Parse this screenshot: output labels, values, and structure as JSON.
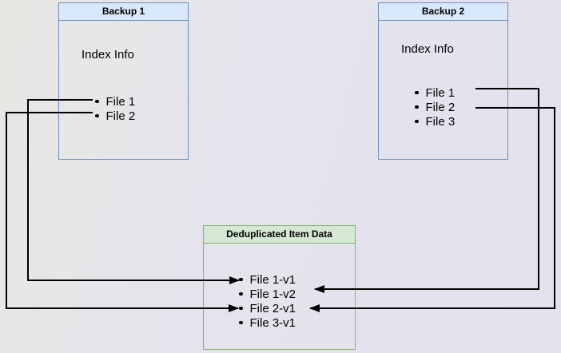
{
  "diagram": {
    "backup1": {
      "title": "Backup 1",
      "subtitle": "Index Info",
      "items": [
        "File 1",
        "File 2"
      ]
    },
    "backup2": {
      "title": "Backup 2",
      "subtitle": "Index Info",
      "items": [
        "File 1",
        "File 2",
        "File 3"
      ]
    },
    "dedup": {
      "title": "Deduplicated Item Data",
      "items": [
        "File 1-v1",
        "File 1-v2",
        "File 2-v1",
        "File 3-v1"
      ]
    },
    "connections": [
      {
        "from": "Backup 1 / File 1",
        "to": "File 1-v1"
      },
      {
        "from": "Backup 1 / File 2",
        "to": "File 2-v1"
      },
      {
        "from": "Backup 2 / File 1",
        "to": "File 1-v2"
      },
      {
        "from": "Backup 2 / File 2",
        "to": "File 2-v1"
      }
    ],
    "colors": {
      "blue_fill": "#dae8fc",
      "blue_border": "#6c8ebf",
      "green_fill": "#d5e8d4",
      "green_border": "#82b366",
      "connector": "#000000"
    }
  }
}
